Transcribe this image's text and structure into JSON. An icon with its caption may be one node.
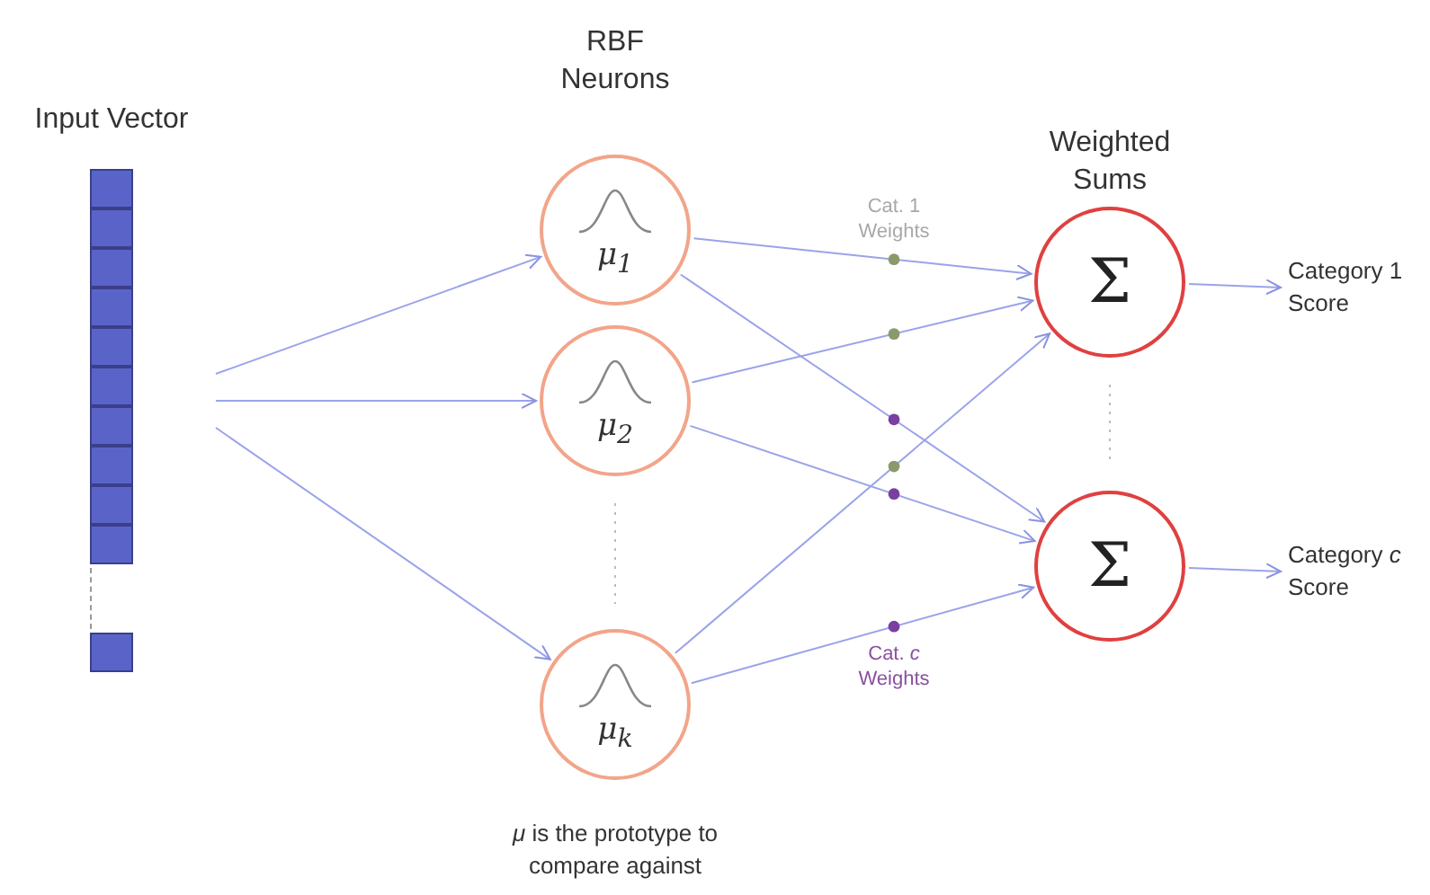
{
  "diagram": {
    "nodes": [
      {
        "text": [
          "Input Vector"
        ]
      },
      {
        "text": [
          "μ$_{1}$"
        ]
      },
      {
        "text": [
          "μ$_{2}$"
        ]
      },
      {
        "text": [
          "μ$_{k}$"
        ],
        "beside": [
          "*μ* is the prototype to compare against"
        ]
      },
      {
        "text": [
          "Σ"
        ]
      },
      {
        "text": [
          "Category 1 Score"
        ]
      },
      {
        "text": [
          "Σ"
        ]
      },
      {
        "text": [
          "Category *c* Score"
        ]
      }
    ],
    "edges": [
      {
        "from": 0,
        "to": 1,
        "arrow": "to"
      },
      {
        "from": 0,
        "to": 2,
        "arrow": "to"
      },
      {
        "from": 0,
        "to": 3,
        "arrow": "to"
      },
      {
        "from": 1,
        "to": 4,
        "arrow": "to"
      },
      {
        "from": 1,
        "to": 6,
        "arrow": "to"
      },
      {
        "from": 2,
        "to": 4,
        "arrow": "to"
      },
      {
        "from": 2,
        "to": 6,
        "arrow": "to"
      },
      {
        "from": 3,
        "to": 4,
        "arrow": "to"
      },
      {
        "from": 3,
        "to": 6,
        "arrow": "to"
      },
      {
        "from": 4,
        "to": 5,
        "arrow": "to"
      },
      {
        "from": 6,
        "to": 7,
        "arrow": "to"
      }
    ],
    "labels": [
      "RBF Neurons",
      "Cat. 1 Weights",
      "Weighted Sums",
      "Cat. *c* Weights"
    ]
  }
}
